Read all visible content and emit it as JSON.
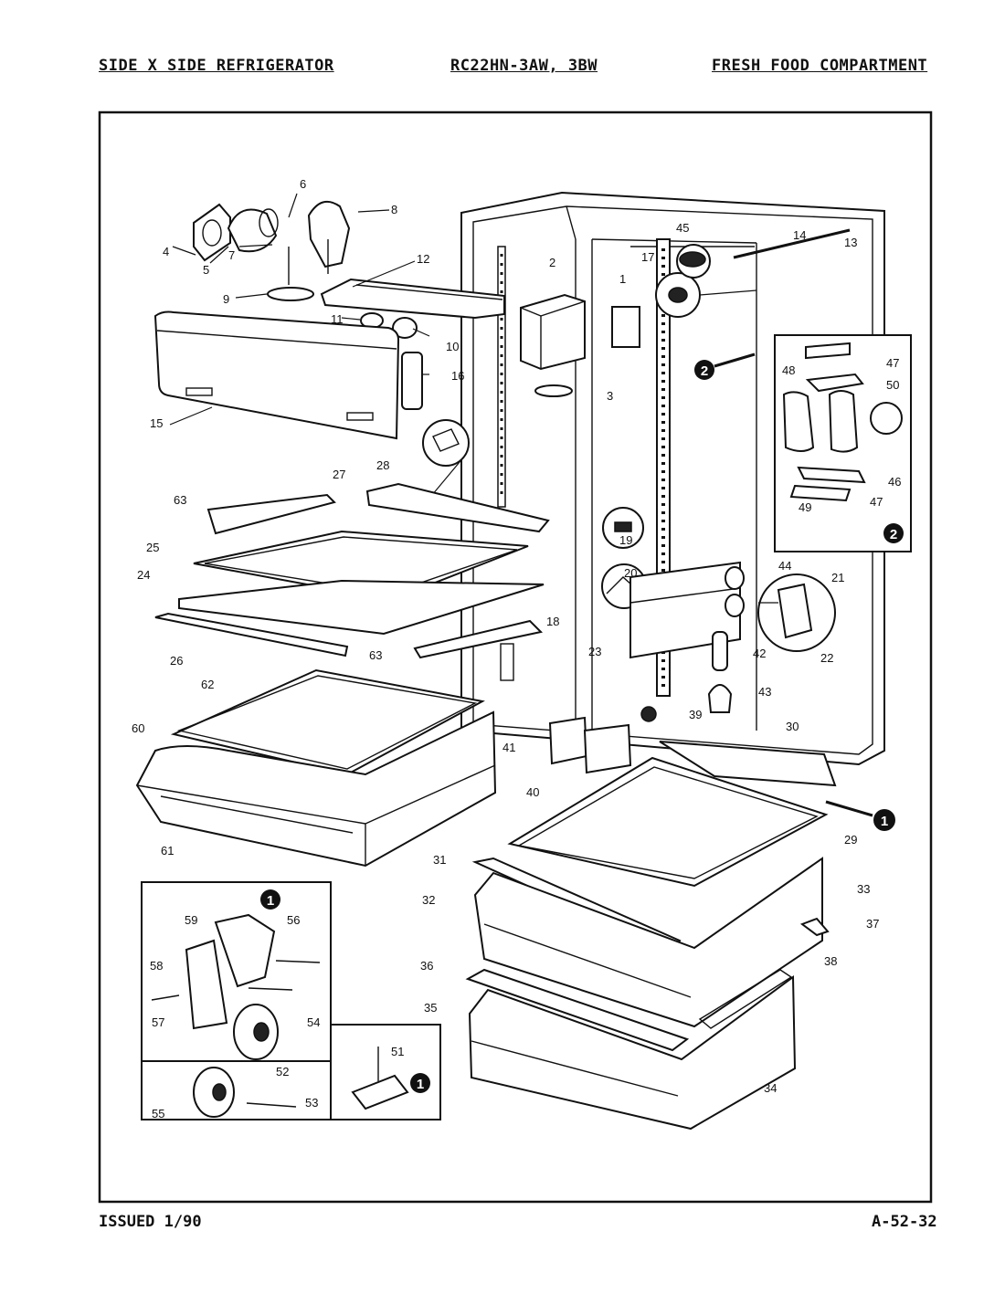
{
  "header": {
    "left": "SIDE X SIDE REFRIGERATOR",
    "model": "RC22HN-3AW, 3BW",
    "right": "FRESH FOOD COMPARTMENT"
  },
  "footer": {
    "issued": "ISSUED 1/90",
    "code": "A-52-32"
  },
  "detail_refs": {
    "one": "1",
    "two": "2"
  },
  "callouts": {
    "c1": "1",
    "c2": "2",
    "c3": "3",
    "c4": "4",
    "c5": "5",
    "c6": "6",
    "c7": "7",
    "c8": "8",
    "c9": "9",
    "c10": "10",
    "c11": "11",
    "c12": "12",
    "c13": "13",
    "c14": "14",
    "c15": "15",
    "c16": "16",
    "c17": "17",
    "c18": "18",
    "c19": "19",
    "c20": "20",
    "c21": "21",
    "c22": "22",
    "c23": "23",
    "c24": "24",
    "c25": "25",
    "c26": "26",
    "c27": "27",
    "c28": "28",
    "c29": "29",
    "c30": "30",
    "c31": "31",
    "c32": "32",
    "c33": "33",
    "c34": "34",
    "c35": "35",
    "c36": "36",
    "c37": "37",
    "c38": "38",
    "c39": "39",
    "c40": "40",
    "c41": "41",
    "c42": "42",
    "c43": "43",
    "c44": "44",
    "c45": "45",
    "c46": "46",
    "c47a": "47",
    "c47b": "47",
    "c48": "48",
    "c49": "49",
    "c50": "50",
    "c51": "51",
    "c52": "52",
    "c53": "53",
    "c54": "54",
    "c55": "55",
    "c56": "56",
    "c57": "57",
    "c58": "58",
    "c59": "59",
    "c60": "60",
    "c61": "61",
    "c62": "62",
    "c63a": "63",
    "c63b": "63"
  }
}
